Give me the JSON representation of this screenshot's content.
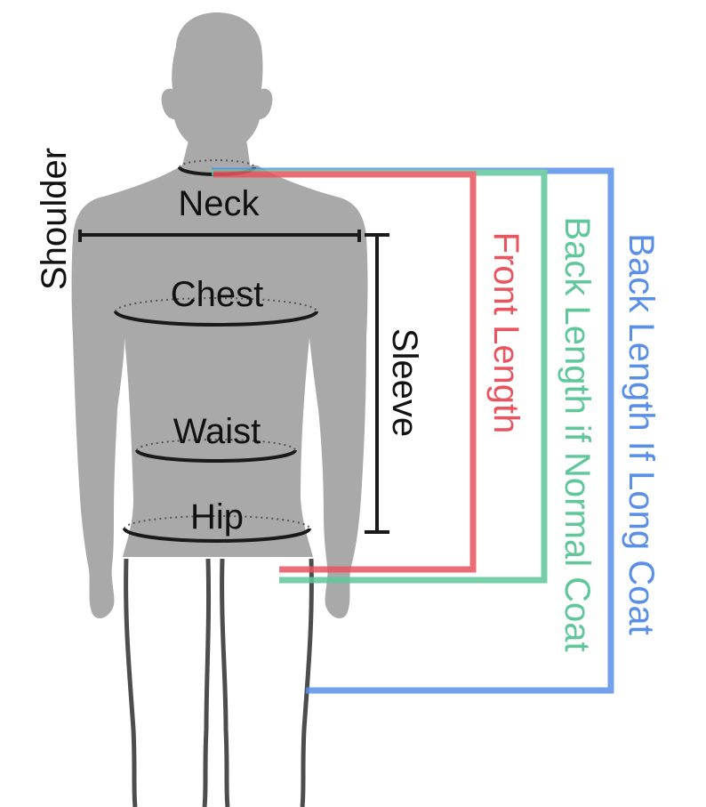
{
  "labels": {
    "shoulder": "Shoulder",
    "neck": "Neck",
    "chest": "Chest",
    "waist": "Waist",
    "hip": "Hip",
    "sleeve": "Sleeve",
    "front_length": "Front Length",
    "back_length_normal": "Back Length if Normal Coat",
    "back_length_long": "Back Length If Long Coat"
  },
  "colors": {
    "silhouette": "#a9a9a9",
    "leg_outline": "#3a3a3a",
    "measure_line": "#1a1a1a",
    "front_length": "#e8555f",
    "back_length_normal": "#5fc79a",
    "back_length_long": "#5a8fe8",
    "background": "#ffffff"
  }
}
